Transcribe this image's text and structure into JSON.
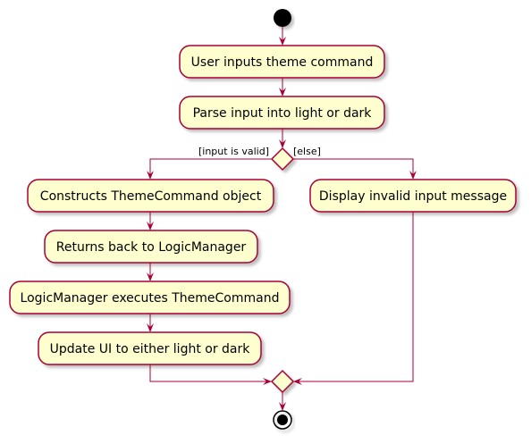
{
  "diagram": {
    "type": "activity",
    "colors": {
      "node_fill": "#FEFECE",
      "border": "#A80036",
      "start_end": "#000000",
      "background": "#FFFFFF"
    },
    "activities": {
      "user_inputs": "User inputs theme command",
      "parse_input": "Parse input into light or dark",
      "construct": "Constructs ThemeCommand object",
      "returns": "Returns back to LogicManager",
      "executes": "LogicManager executes ThemeCommand",
      "update_ui": "Update UI to either light or dark",
      "invalid": "Display invalid input message"
    },
    "guards": {
      "valid": "[input is valid]",
      "else": "[else]"
    }
  }
}
